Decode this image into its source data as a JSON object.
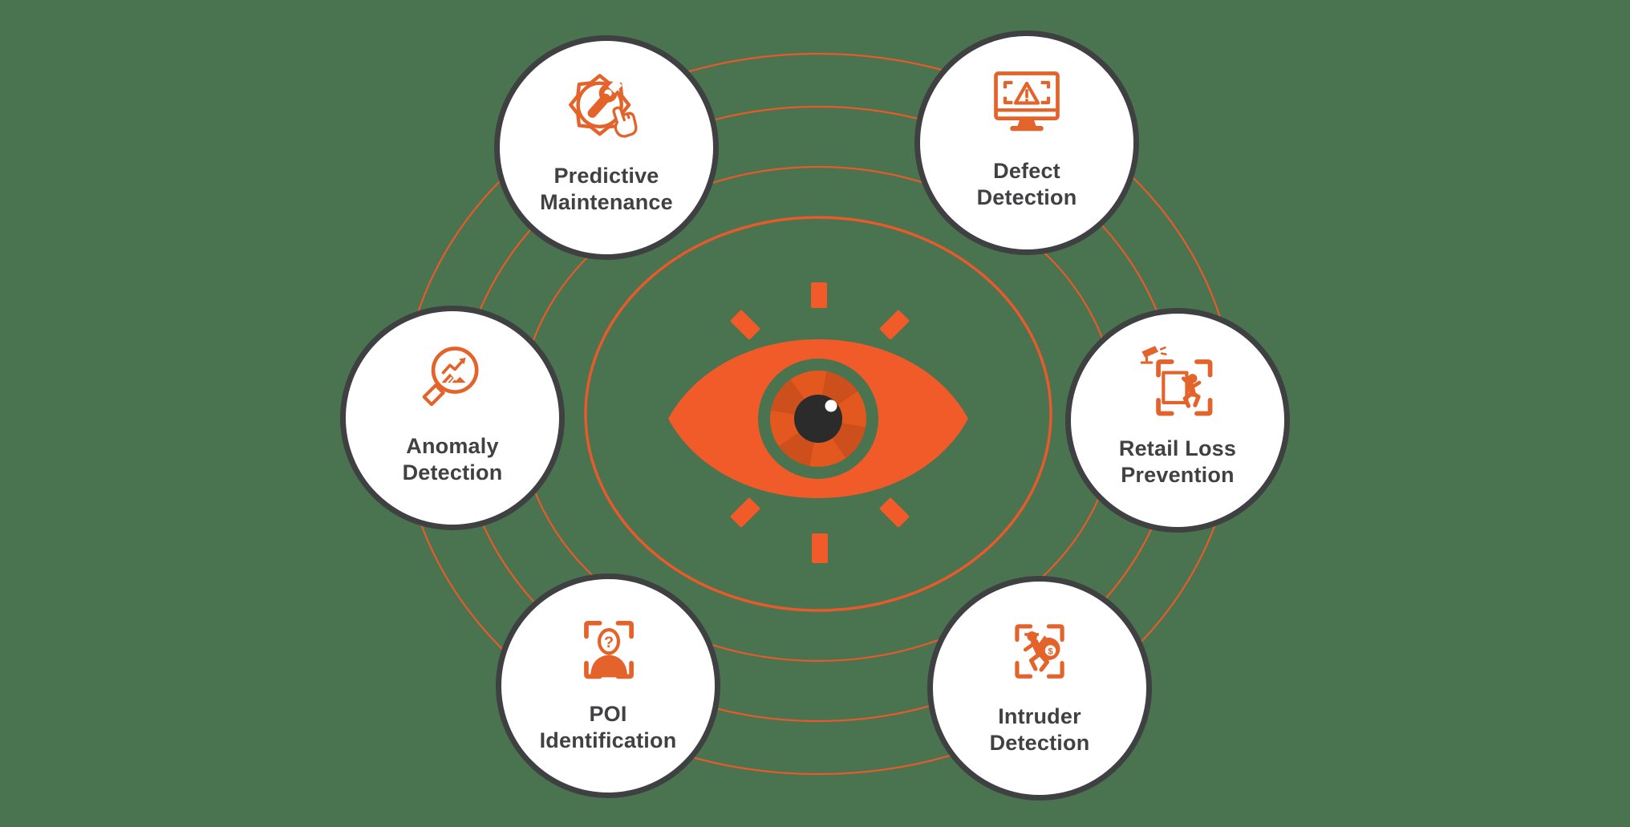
{
  "diagram": {
    "center": {
      "icon": "eye",
      "orbit_ring_count": 4
    },
    "nodes": [
      {
        "id": "predictive-maintenance",
        "icon": "gear-wrench-hand",
        "label_line1": "Predictive",
        "label_line2": "Maintenance"
      },
      {
        "id": "defect-detection",
        "icon": "monitor-warning",
        "label_line1": "Defect",
        "label_line2": "Detection"
      },
      {
        "id": "anomaly-detection",
        "icon": "magnifier-chart",
        "label_line1": "Anomaly",
        "label_line2": "Detection"
      },
      {
        "id": "retail-loss-prevention",
        "icon": "cctv-window-person",
        "label_line1": "Retail Loss",
        "label_line2": "Prevention"
      },
      {
        "id": "poi-identification",
        "icon": "person-question",
        "label_line1": "POI",
        "label_line2": "Identification"
      },
      {
        "id": "intruder-detection",
        "icon": "burglar-money-bag",
        "label_line1": "Intruder",
        "label_line2": "Detection"
      }
    ],
    "colors": {
      "background": "#4A7350",
      "orbit_ring": "#E65A2B",
      "eye_orange": "#F15A29",
      "icon_orange": "#E4632A",
      "node_fill": "#FFFFFF",
      "node_border": "#3F4041",
      "label_text": "#414042",
      "pupil": "#2B2B2B"
    }
  }
}
